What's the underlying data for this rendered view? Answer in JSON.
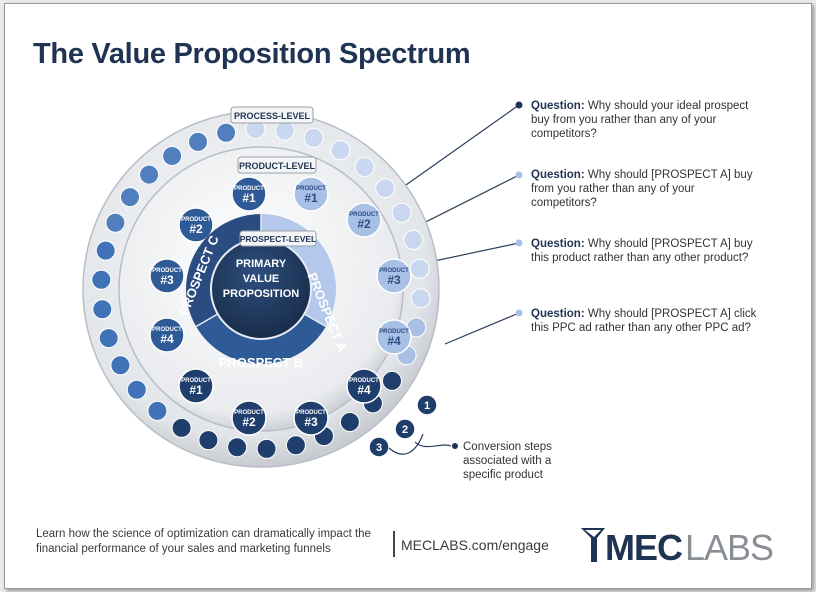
{
  "title": "The Value Proposition Spectrum",
  "rings": {
    "process": "PROCESS-LEVEL",
    "product": "PRODUCT-LEVEL",
    "prospect": "PROSPECT-LEVEL"
  },
  "center": {
    "line1": "PRIMARY",
    "line2": "VALUE",
    "line3": "PROPOSITION"
  },
  "prospects": {
    "a": "PROSPECT A",
    "b": "PROSPECT B",
    "c": "PROSPECT C"
  },
  "products": [
    {
      "l1": "PRODUCT",
      "l2": "#1"
    },
    {
      "l1": "PRODUCT",
      "l2": "#1"
    },
    {
      "l1": "PRODUCT",
      "l2": "#2"
    },
    {
      "l1": "PRODUCT",
      "l2": "#2"
    },
    {
      "l1": "PRODUCT",
      "l2": "#3"
    },
    {
      "l1": "PRODUCT",
      "l2": "#3"
    },
    {
      "l1": "PRODUCT",
      "l2": "#4"
    },
    {
      "l1": "PRODUCT",
      "l2": "#4"
    },
    {
      "l1": "PRODUCT",
      "l2": "#1"
    },
    {
      "l1": "PRODUCT",
      "l2": "#4"
    },
    {
      "l1": "PRODUCT",
      "l2": "#2"
    },
    {
      "l1": "PRODUCT",
      "l2": "#3"
    }
  ],
  "steps": [
    "1",
    "2",
    "3"
  ],
  "questions": [
    {
      "label": "Question:",
      "text": "Why should your ideal prospect buy from you rather than any of your competitors?"
    },
    {
      "label": "Question:",
      "text": "Why should [PROSPECT A] buy from you rather than any of your competitors?"
    },
    {
      "label": "Question:",
      "text": "Why should [PROSPECT A] buy this product rather than any other product?"
    },
    {
      "label": "Question:",
      "text": "Why should [PROSPECT A] click this PPC ad rather than any other PPC ad?"
    }
  ],
  "conversion_note": "Conversion steps associated with a specific product",
  "footer": {
    "text": "Learn how the science of optimization can dramatically impact the financial performance of your sales and marketing funnels",
    "url": "MECLABS.com/engage"
  },
  "logo": {
    "part1": "MEC",
    "part2": "LABS"
  },
  "colors": {
    "navy": "#1f3352",
    "dark_blue": "#244d86",
    "mid_blue": "#4f7fbd",
    "light_blue": "#a8c0e6",
    "pale_blue": "#c9d8ef",
    "ring_gray": "#d9dde2",
    "logo_gray": "#8a8f96"
  }
}
